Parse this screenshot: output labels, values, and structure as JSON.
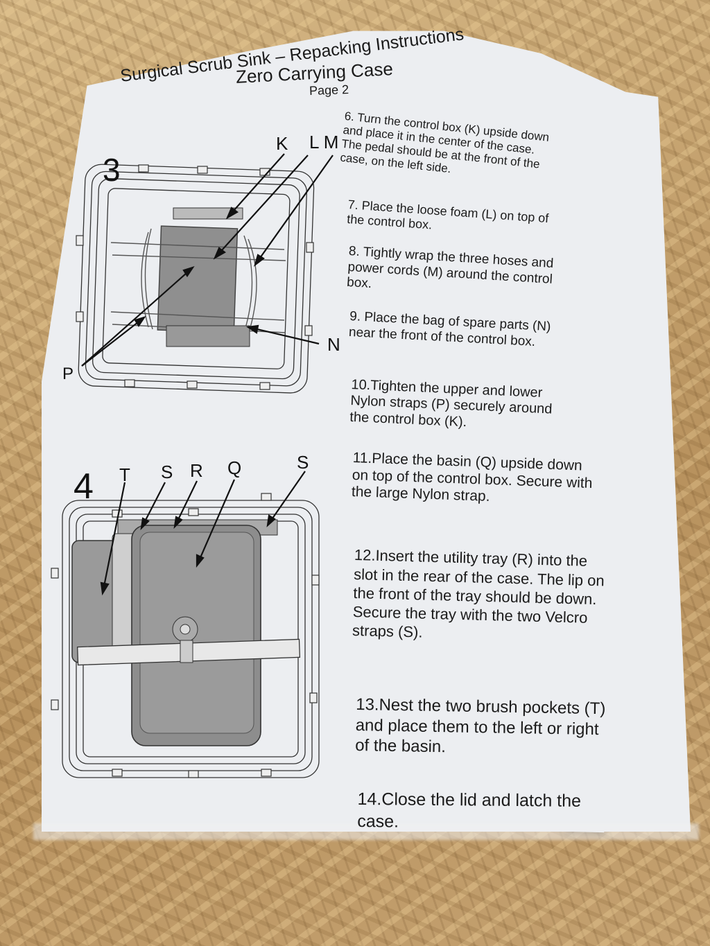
{
  "document": {
    "title_line1": "Surgical Scrub Sink – Repacking Instructions",
    "title_line2": "Zero Carrying Case",
    "page_label": "Page 2"
  },
  "figures": {
    "fig3": {
      "number": "3",
      "labels": {
        "K": "K",
        "LM": "L M",
        "N": "N",
        "P": "P"
      }
    },
    "fig4": {
      "number": "4",
      "labels": {
        "T": "T",
        "S1": "S",
        "R": "R",
        "Q": "Q",
        "S2": "S"
      }
    }
  },
  "steps": [
    {
      "num": "6.",
      "text": "Turn the control box (K) upside down and place it in the center of the case. The pedal should be at the front of the case, on the left side."
    },
    {
      "num": "7.",
      "text": "Place the loose foam (L) on top of the control box."
    },
    {
      "num": "8.",
      "text": "Tightly wrap the three hoses and power cords (M) around the control box."
    },
    {
      "num": "9.",
      "text": "Place the bag of spare parts (N) near the front of the control box."
    },
    {
      "num": "10.",
      "text": "Tighten the upper and lower Nylon straps (P) securely around the control box (K)."
    },
    {
      "num": "11.",
      "text": "Place the basin (Q) upside down on top of the control box. Secure with the large Nylon strap."
    },
    {
      "num": "12.",
      "text": "Insert the utility tray (R) into the slot in the rear of the case. The lip on the front of the tray should be down. Secure the tray with the two Velcro straps (S)."
    },
    {
      "num": "13.",
      "text": "Nest the two brush pockets (T) and place them to the left or right of the basin."
    },
    {
      "num": "14.",
      "text": "Close the lid and latch the case."
    }
  ]
}
